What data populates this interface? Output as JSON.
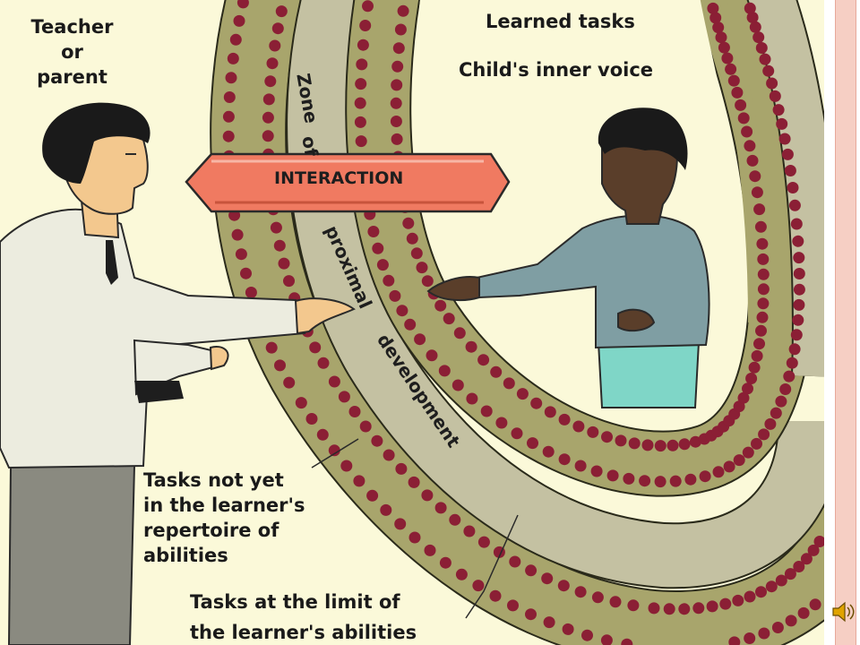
{
  "labels": {
    "teacher_line1": "Teacher",
    "teacher_line2": "or",
    "teacher_line3": "parent",
    "learned_tasks": "Learned tasks",
    "inner_voice": "Child's inner voice",
    "interaction": "INTERACTION",
    "zone_word1": "Zone",
    "zone_word2": "of",
    "zone_word3": "proximal",
    "zone_word4": "development",
    "not_yet_1": "Tasks not yet",
    "not_yet_2": "in the learner's",
    "not_yet_3": "repertoire of",
    "not_yet_4": "abilities",
    "limit_1": "Tasks at the limit of",
    "limit_2": "the learner's abilities"
  },
  "icons": {
    "speaker": "speaker-icon"
  },
  "colors": {
    "background": "#fbf9d9",
    "band_outer": "#a8a56c",
    "band_inner": "#c4c1a2",
    "dots": "#8b1f35",
    "arrow_fill": "#f07a61",
    "teacher_shirt": "#ececdf",
    "teacher_pants": "#8a8a80",
    "child_shirt": "#7f9ea3",
    "child_pants": "#7fd6c7",
    "accent_strip": "#f6cfc4"
  }
}
